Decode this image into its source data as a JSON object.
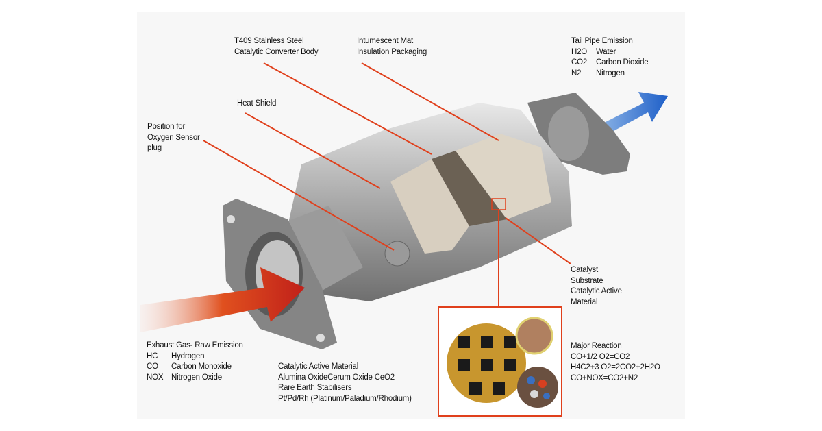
{
  "labels": {
    "body": [
      "T409 Stainless Steel",
      "Catalytic Converter Body"
    ],
    "mat": [
      "Intumescent Mat",
      "Insulation Packaging"
    ],
    "heat_shield": "Heat Shield",
    "oxygen_sensor": [
      "Position for",
      "Oxygen Sensor",
      "plug"
    ],
    "catalyst": [
      "Catalyst",
      "Substrate",
      "Catalytic Active",
      "Material"
    ],
    "tail_pipe": {
      "title": "Tail Pipe Emission",
      "rows": [
        [
          "H2O",
          "Water"
        ],
        [
          "CO2",
          "Carbon Dioxide"
        ],
        [
          "N2",
          "Nitrogen"
        ]
      ]
    },
    "exhaust": {
      "title": "Exhaust Gas- Raw Emission",
      "rows": [
        [
          "HC",
          "Hydrogen"
        ],
        [
          "CO",
          "Carbon Monoxide"
        ],
        [
          "NOX",
          "Nitrogen Oxide"
        ]
      ]
    },
    "active_material": [
      "Catalytic Active Material",
      "Alumina OxideCerum Oxide CeO2",
      "Rare Earth Stabilisers",
      "Pt/Pd/Rh (Platinum/Paladium/Rhodium)"
    ],
    "reaction": [
      "Major Reaction",
      "CO+1/2 O2=CO2",
      "H4C2+3 O2=2CO2+2H2O",
      "CO+NOX=CO2+N2"
    ]
  },
  "colors": {
    "leader": "#e0401c",
    "inlet_arrow": "#d8321a",
    "outlet_arrow": "#2a6fd0",
    "substrate": "#d8cfc0",
    "steel": "#b8b8b8"
  }
}
